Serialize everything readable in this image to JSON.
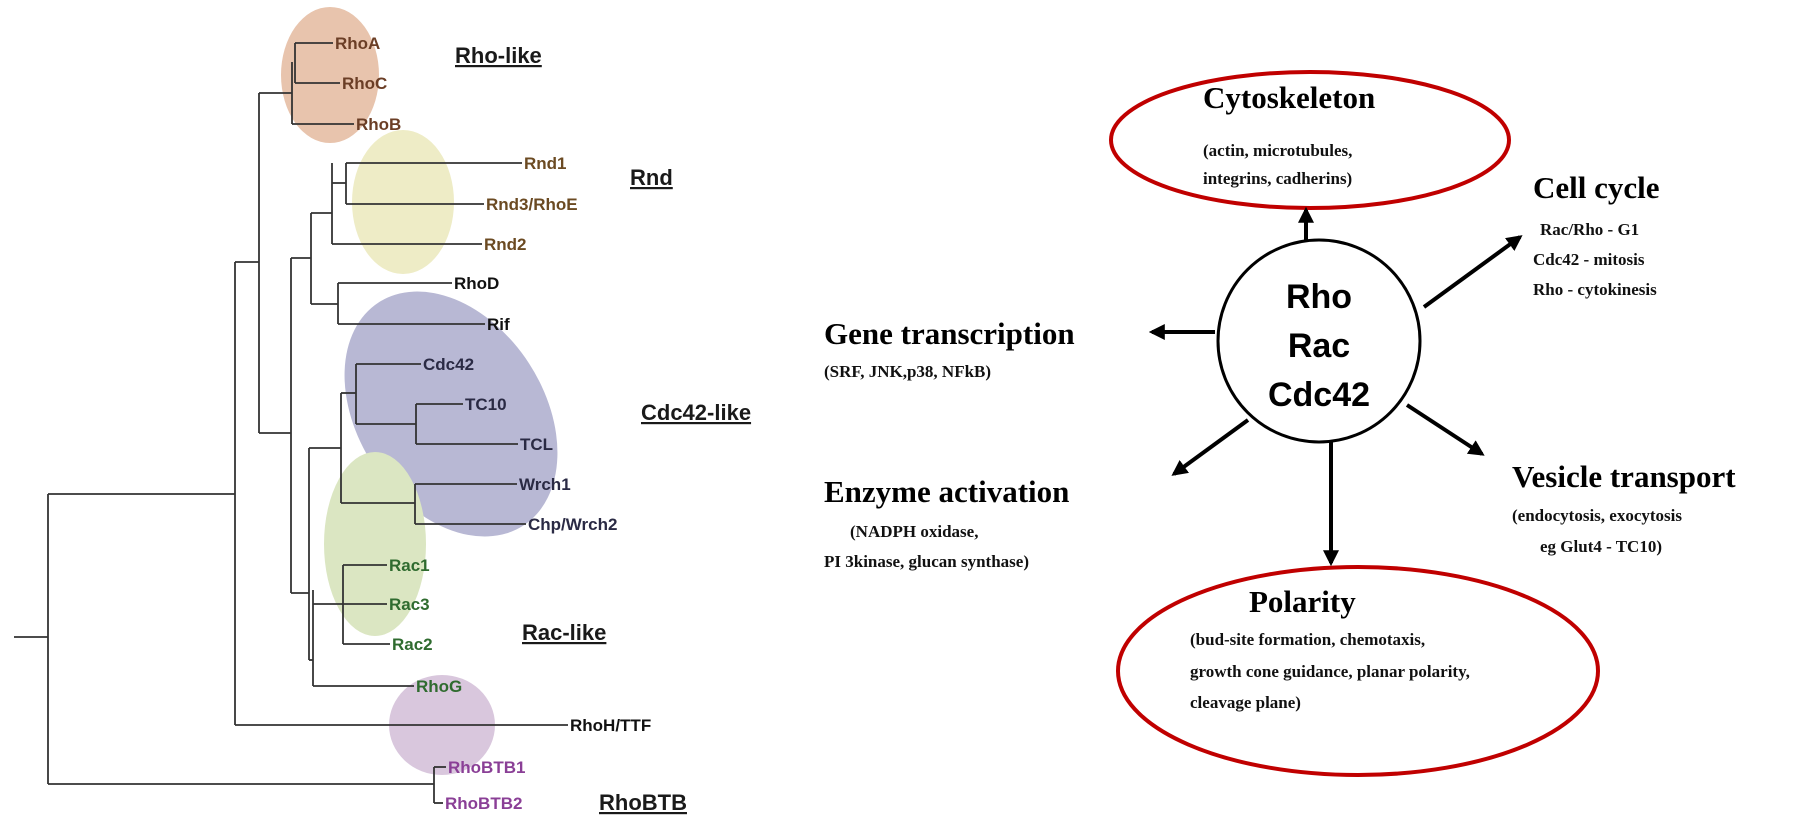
{
  "tree": {
    "title": "Rho family phylogenetic tree",
    "groups": [
      {
        "id": "rho-like",
        "label": "Rho-like",
        "fill": "#e8c4ad",
        "text_color": "#6b3e26"
      },
      {
        "id": "rnd",
        "label": "Rnd",
        "fill": "#eeecc6",
        "text_color": "#6b4a22"
      },
      {
        "id": "cdc42-like",
        "label": "Cdc42-like",
        "fill": "#b8b8d4",
        "text_color": "#2a2a44"
      },
      {
        "id": "rac-like",
        "label": "Rac-like",
        "fill": "#dbe6c2",
        "text_color": "#2f6b2f"
      },
      {
        "id": "rhobtb",
        "label": "RhoBTB",
        "fill": "#d9c7dd",
        "text_color": "#8a3f96"
      }
    ],
    "leaves": [
      {
        "name": "RhoA",
        "group": "rho-like"
      },
      {
        "name": "RhoC",
        "group": "rho-like"
      },
      {
        "name": "RhoB",
        "group": "rho-like"
      },
      {
        "name": "Rnd1",
        "group": "rnd"
      },
      {
        "name": "Rnd3/RhoE",
        "group": "rnd"
      },
      {
        "name": "Rnd2",
        "group": "rnd"
      },
      {
        "name": "RhoD",
        "group": null
      },
      {
        "name": "Rif",
        "group": null
      },
      {
        "name": "Cdc42",
        "group": "cdc42-like"
      },
      {
        "name": "TC10",
        "group": "cdc42-like"
      },
      {
        "name": "TCL",
        "group": "cdc42-like"
      },
      {
        "name": "Wrch1",
        "group": "cdc42-like"
      },
      {
        "name": "Chp/Wrch2",
        "group": "cdc42-like"
      },
      {
        "name": "Rac1",
        "group": "rac-like"
      },
      {
        "name": "Rac3",
        "group": "rac-like"
      },
      {
        "name": "Rac2",
        "group": "rac-like"
      },
      {
        "name": "RhoG",
        "group": "rac-like"
      },
      {
        "name": "RhoH/TTF",
        "group": null
      },
      {
        "name": "RhoBTB1",
        "group": "rhobtb"
      },
      {
        "name": "RhoBTB2",
        "group": "rhobtb"
      }
    ]
  },
  "pathway": {
    "hub": {
      "lines": [
        "Rho",
        "Rac",
        "Cdc42"
      ]
    },
    "highlight_color": "#c00000",
    "outputs": [
      {
        "id": "cytoskeleton",
        "title": "Cytoskeleton",
        "details": [
          "(actin, microtubules,",
          "integrins, cadherins)"
        ],
        "highlighted": true
      },
      {
        "id": "cell-cycle",
        "title": "Cell cycle",
        "details": [
          "Rac/Rho - G1",
          "Cdc42 - mitosis",
          "Rho - cytokinesis"
        ],
        "highlighted": false
      },
      {
        "id": "gene-transcription",
        "title": "Gene transcription",
        "details": [
          "(SRF, JNK,p38, NFkB)"
        ],
        "highlighted": false
      },
      {
        "id": "enzyme-activation",
        "title": "Enzyme activation",
        "details": [
          "(NADPH oxidase,",
          "PI 3kinase, glucan synthase)"
        ],
        "highlighted": false
      },
      {
        "id": "vesicle-transport",
        "title": "Vesicle transport",
        "details": [
          "(endocytosis, exocytosis",
          "eg Glut4 - TC10)"
        ],
        "highlighted": false
      },
      {
        "id": "polarity",
        "title": "Polarity",
        "details": [
          "(bud-site formation, chemotaxis,",
          "growth cone guidance, planar polarity,",
          "cleavage plane)"
        ],
        "highlighted": true
      }
    ]
  }
}
